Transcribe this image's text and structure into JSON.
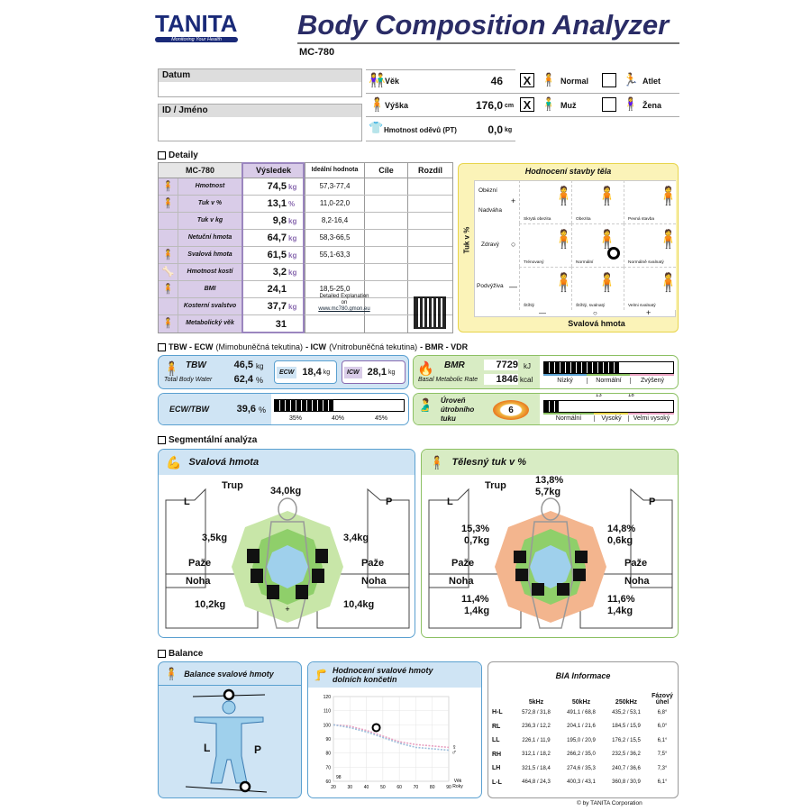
{
  "header": {
    "brand": "TANITA",
    "tagline": "Monitoring Your Health",
    "title": "Body Composition Analyzer",
    "model": "MC-780"
  },
  "info": {
    "date_label": "Datum",
    "id_label": "ID / Jméno",
    "age_label": "Věk",
    "age_value": "46",
    "height_label": "Výška",
    "height_value": "176,0",
    "height_unit": "cm",
    "clothes_label": "Hmotnost oděvů (PT)",
    "clothes_value": "0,0",
    "clothes_unit": "kg",
    "normal_label": "Normal",
    "athlete_label": "Atlet",
    "male_label": "Muž",
    "female_label": "Žena",
    "mark": "X"
  },
  "details": {
    "section": "Detaily",
    "headers": [
      "MC-780",
      "Výsledek",
      "Ideální hodnota",
      "Cíle",
      "Rozdíl"
    ],
    "rows": [
      {
        "label": "Hmotnost",
        "value": "74,5",
        "unit": "kg",
        "ideal": "57,3-77,4"
      },
      {
        "label": "Tuk v %",
        "value": "13,1",
        "unit": "%",
        "ideal": "11,0-22,0"
      },
      {
        "label": "Tuk v kg",
        "value": "9,8",
        "unit": "kg",
        "ideal": "8,2-16,4"
      },
      {
        "label": "Netuční hmota",
        "value": "64,7",
        "unit": "kg",
        "ideal": "58,3-66,5"
      },
      {
        "label": "Svalová hmota",
        "value": "61,5",
        "unit": "kg",
        "ideal": "55,1-63,3"
      },
      {
        "label": "Hmotnost kostí",
        "value": "3,2",
        "unit": "kg",
        "ideal": ""
      },
      {
        "label": "BMI",
        "value": "24,1",
        "unit": "",
        "ideal": "18,5-25,0"
      },
      {
        "label": "Kosterní svalstvo",
        "value": "37,7",
        "unit": "kg",
        "ideal": ""
      },
      {
        "label": "Metabolický věk",
        "value": "31",
        "unit": "",
        "ideal": ""
      }
    ],
    "explain_1": "Detailed Explanation",
    "explain_2": "on",
    "explain_url": "www.mc780.gmon.eu"
  },
  "build": {
    "title": "Hodnocení stavby těla",
    "y_axis": "Tuk v %",
    "x_axis": "Svalová hmota",
    "rows": [
      "Obézní",
      "Nadváha",
      "Zdravý",
      "Podvýživa"
    ],
    "sym_plus": "+",
    "sym_circle": "○",
    "sym_minus": "—",
    "cells": [
      "Skrytá obezita",
      "Obezita",
      "Pevná stavba",
      "Trénovaný",
      "Normální",
      "Normálně svalnatý",
      "Štíhlý",
      "Štíhlý, svalnatý",
      "Velmi svalnatý"
    ],
    "x_ticks": [
      "—",
      "○",
      "+"
    ]
  },
  "tbw_section": {
    "a": "TBW - ECW",
    "b": "(Mimobuněčná tekutina)",
    "c": "- ICW",
    "d": "(Vnitrobuněčná tekutina)",
    "e": "- BMR - VDR"
  },
  "tbw": {
    "label": "TBW",
    "sub": "Total Body Water",
    "kg": "46,5",
    "kg_unit": "kg",
    "pct": "62,4",
    "pct_unit": "%",
    "ecw_label": "ECW",
    "ecw_value": "18,4",
    "ecw_unit": "kg",
    "icw_label": "ICW",
    "icw_value": "28,1",
    "icw_unit": "kg"
  },
  "ecwtbw": {
    "label": "ECW/TBW",
    "value": "39,6",
    "unit": "%",
    "ticks": [
      "35%",
      "40%",
      "45%"
    ],
    "fraction": 0.46
  },
  "bmr": {
    "label": "BMR",
    "sub": "Basal Metabolic Rate",
    "kj": "7729",
    "kj_unit": "kJ",
    "kcal": "1846",
    "kcal_unit": "kcal",
    "scale": [
      "Nízký",
      "Normální",
      "Zvýšený"
    ],
    "fraction": 0.58
  },
  "vfat": {
    "label_1": "Úroveň",
    "label_2": "útrobního",
    "label_3": "tuku",
    "value": "6",
    "tick_a": "13",
    "tick_b": "18",
    "scale": [
      "Normální",
      "Vysoký",
      "Velmi vysoký"
    ],
    "fraction": 0.11
  },
  "segment": {
    "section": "Segmentální analýza",
    "muscle": {
      "title": "Svalová hmota",
      "trunk_label": "Trup",
      "trunk": "34,0kg",
      "L": "L",
      "P": "P",
      "arm_l": "3,5kg",
      "arm_r": "3,4kg",
      "arm_label": "Paže",
      "leg_label": "Noha",
      "leg_l": "10,2kg",
      "leg_r": "10,4kg"
    },
    "fat": {
      "title": "Tělesný tuk v %",
      "trunk_label": "Trup",
      "trunk_pct": "13,8%",
      "trunk_kg": "5,7kg",
      "L": "L",
      "P": "P",
      "arm_l_pct": "15,3%",
      "arm_l_kg": "0,7kg",
      "arm_r_pct": "14,8%",
      "arm_r_kg": "0,6kg",
      "arm_label": "Paže",
      "leg_label": "Noha",
      "leg_l_pct": "11,4%",
      "leg_l_kg": "1,4kg",
      "leg_r_pct": "11,6%",
      "leg_r_kg": "1,4kg"
    }
  },
  "balance": {
    "section": "Balance",
    "muscle_title": "Balance svalové hmoty",
    "L": "L",
    "P": "P",
    "leg_title_1": "Hodnocení svalové hmoty",
    "leg_title_2": "dolních končetin",
    "y_ticks": [
      "120",
      "110",
      "100",
      "90",
      "80",
      "70",
      "60"
    ],
    "x_ticks": [
      "20",
      "30",
      "40",
      "50",
      "60",
      "70",
      "80",
      "90"
    ],
    "x_unit_1": "Věk",
    "x_unit_2": "Roky",
    "point_label": "98"
  },
  "chart_data": {
    "type": "line",
    "x": [
      20,
      30,
      40,
      50,
      60,
      70,
      80,
      90
    ],
    "series": [
      {
        "values": [
          100,
          99,
          96,
          92,
          88,
          86,
          85,
          84
        ]
      },
      {
        "values": [
          100,
          98,
          95,
          91,
          87,
          84,
          83,
          82
        ]
      }
    ],
    "points": [
      {
        "x": 46,
        "y": 98
      }
    ],
    "xlim": [
      20,
      90
    ],
    "ylim": [
      60,
      120
    ]
  },
  "bia": {
    "title": "BIA Informace",
    "headers": [
      "5kHz",
      "50kHz",
      "250kHz",
      "Fázový úhel"
    ],
    "rows": [
      {
        "k": "H-L",
        "a": "572,8 / 31,8",
        "b": "491,1 / 68,8",
        "c": "435,2 / 53,1",
        "d": "6,8°"
      },
      {
        "k": "RL",
        "a": "236,3 / 12,2",
        "b": "204,1 / 21,6",
        "c": "184,5 / 15,9",
        "d": "6,0°"
      },
      {
        "k": "LL",
        "a": "226,1 / 11,9",
        "b": "195,0 / 20,9",
        "c": "176,2 / 15,5",
        "d": "6,1°"
      },
      {
        "k": "RH",
        "a": "312,1 / 18,2",
        "b": "266,2 / 35,0",
        "c": "232,5 / 36,2",
        "d": "7,5°"
      },
      {
        "k": "LH",
        "a": "321,5 / 18,4",
        "b": "274,6 / 35,3",
        "c": "240,7 / 36,6",
        "d": "7,3°"
      },
      {
        "k": "L-L",
        "a": "464,8 / 24,3",
        "b": "400,3 / 43,1",
        "c": "360,8 / 30,9",
        "d": "6,1°"
      }
    ]
  },
  "footer": "© by TANITA Corporation",
  "colors": {
    "purple": "#d9cce8",
    "purple_border": "#8a6bb0",
    "blue": "#cfe4f4",
    "blue_border": "#5aa0d0",
    "green": "#d8ecc4",
    "green_border": "#8cc063",
    "yellow": "#fbf3b8",
    "yellow_border": "#e8d44a",
    "title_navy": "#2a2c66"
  }
}
